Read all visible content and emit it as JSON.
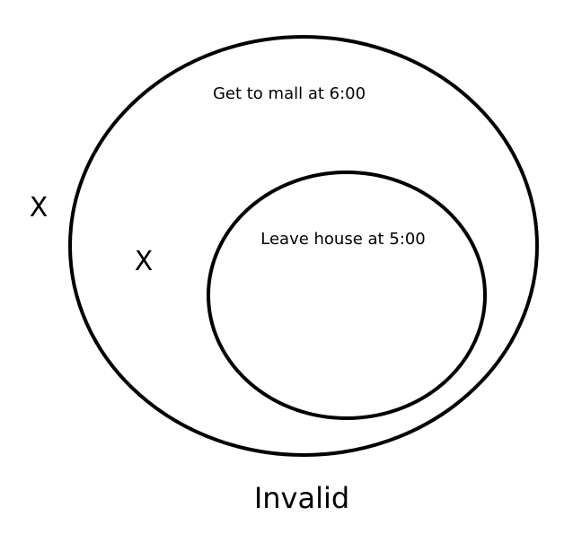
{
  "outer_set": {
    "label": "Get to mall at 6:00"
  },
  "inner_set": {
    "label": "Leave house at 5:00"
  },
  "markers": {
    "outside": "X",
    "outer_only": "X"
  },
  "caption": "Invalid",
  "colors": {
    "stroke": "#000000",
    "background": "#ffffff"
  }
}
